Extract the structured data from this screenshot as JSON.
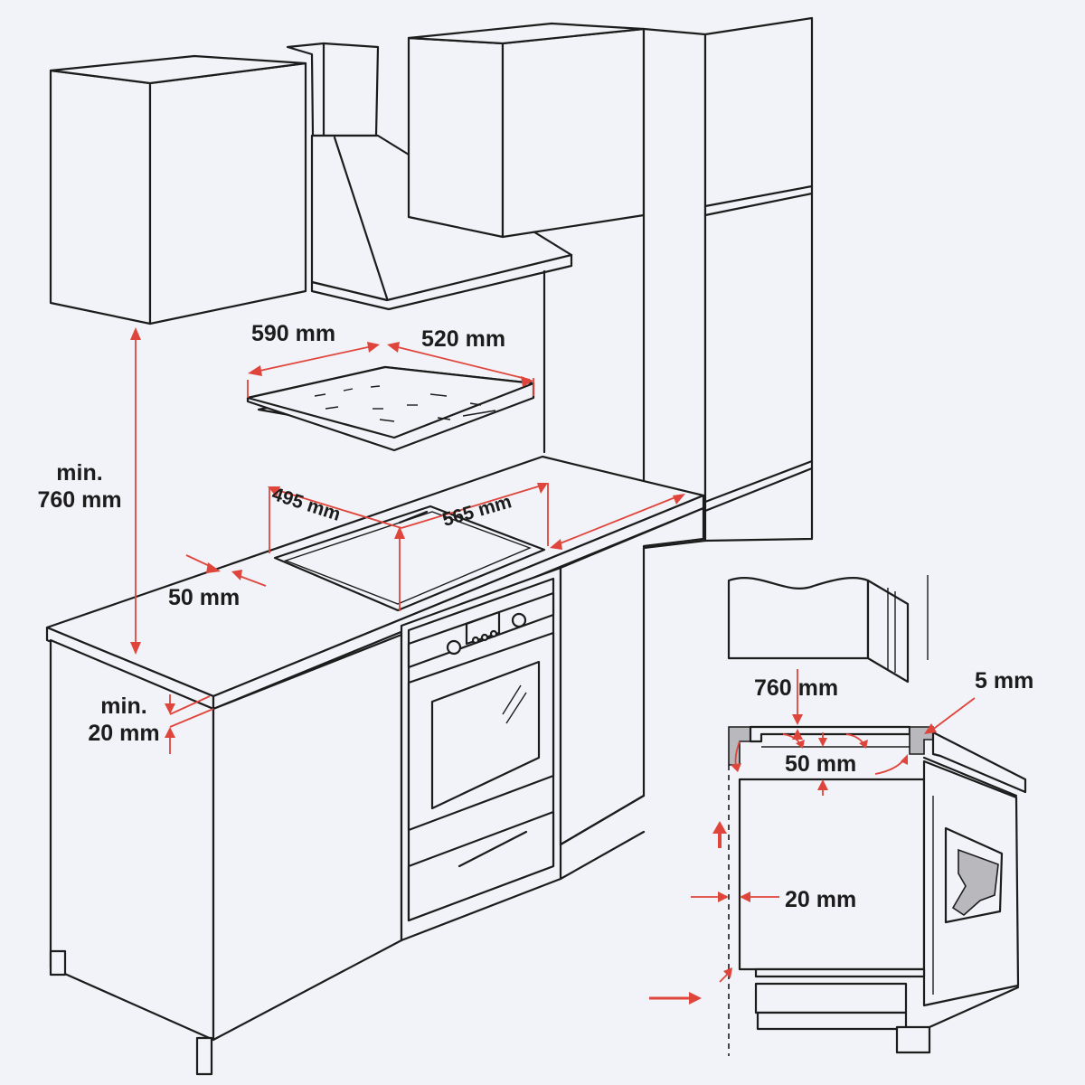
{
  "labels": {
    "hob_width": "590 mm",
    "hob_depth": "520 mm",
    "cutout_width": "565 mm",
    "cutout_depth": "495 mm",
    "min_height_line1": "min.",
    "min_height_line2": "760 mm",
    "edge_distance": "50 mm",
    "min_front_line1": "min.",
    "min_front_line2": "20 mm",
    "detail_height": "760 mm",
    "detail_gap": "5 mm",
    "detail_ventilation": "50 mm",
    "detail_rear_gap": "20 mm"
  },
  "colors": {
    "background": "#f2f3f8",
    "line": "#1c1c1c",
    "dimension": "#e0453b",
    "insulation": "#b9b9bd"
  }
}
